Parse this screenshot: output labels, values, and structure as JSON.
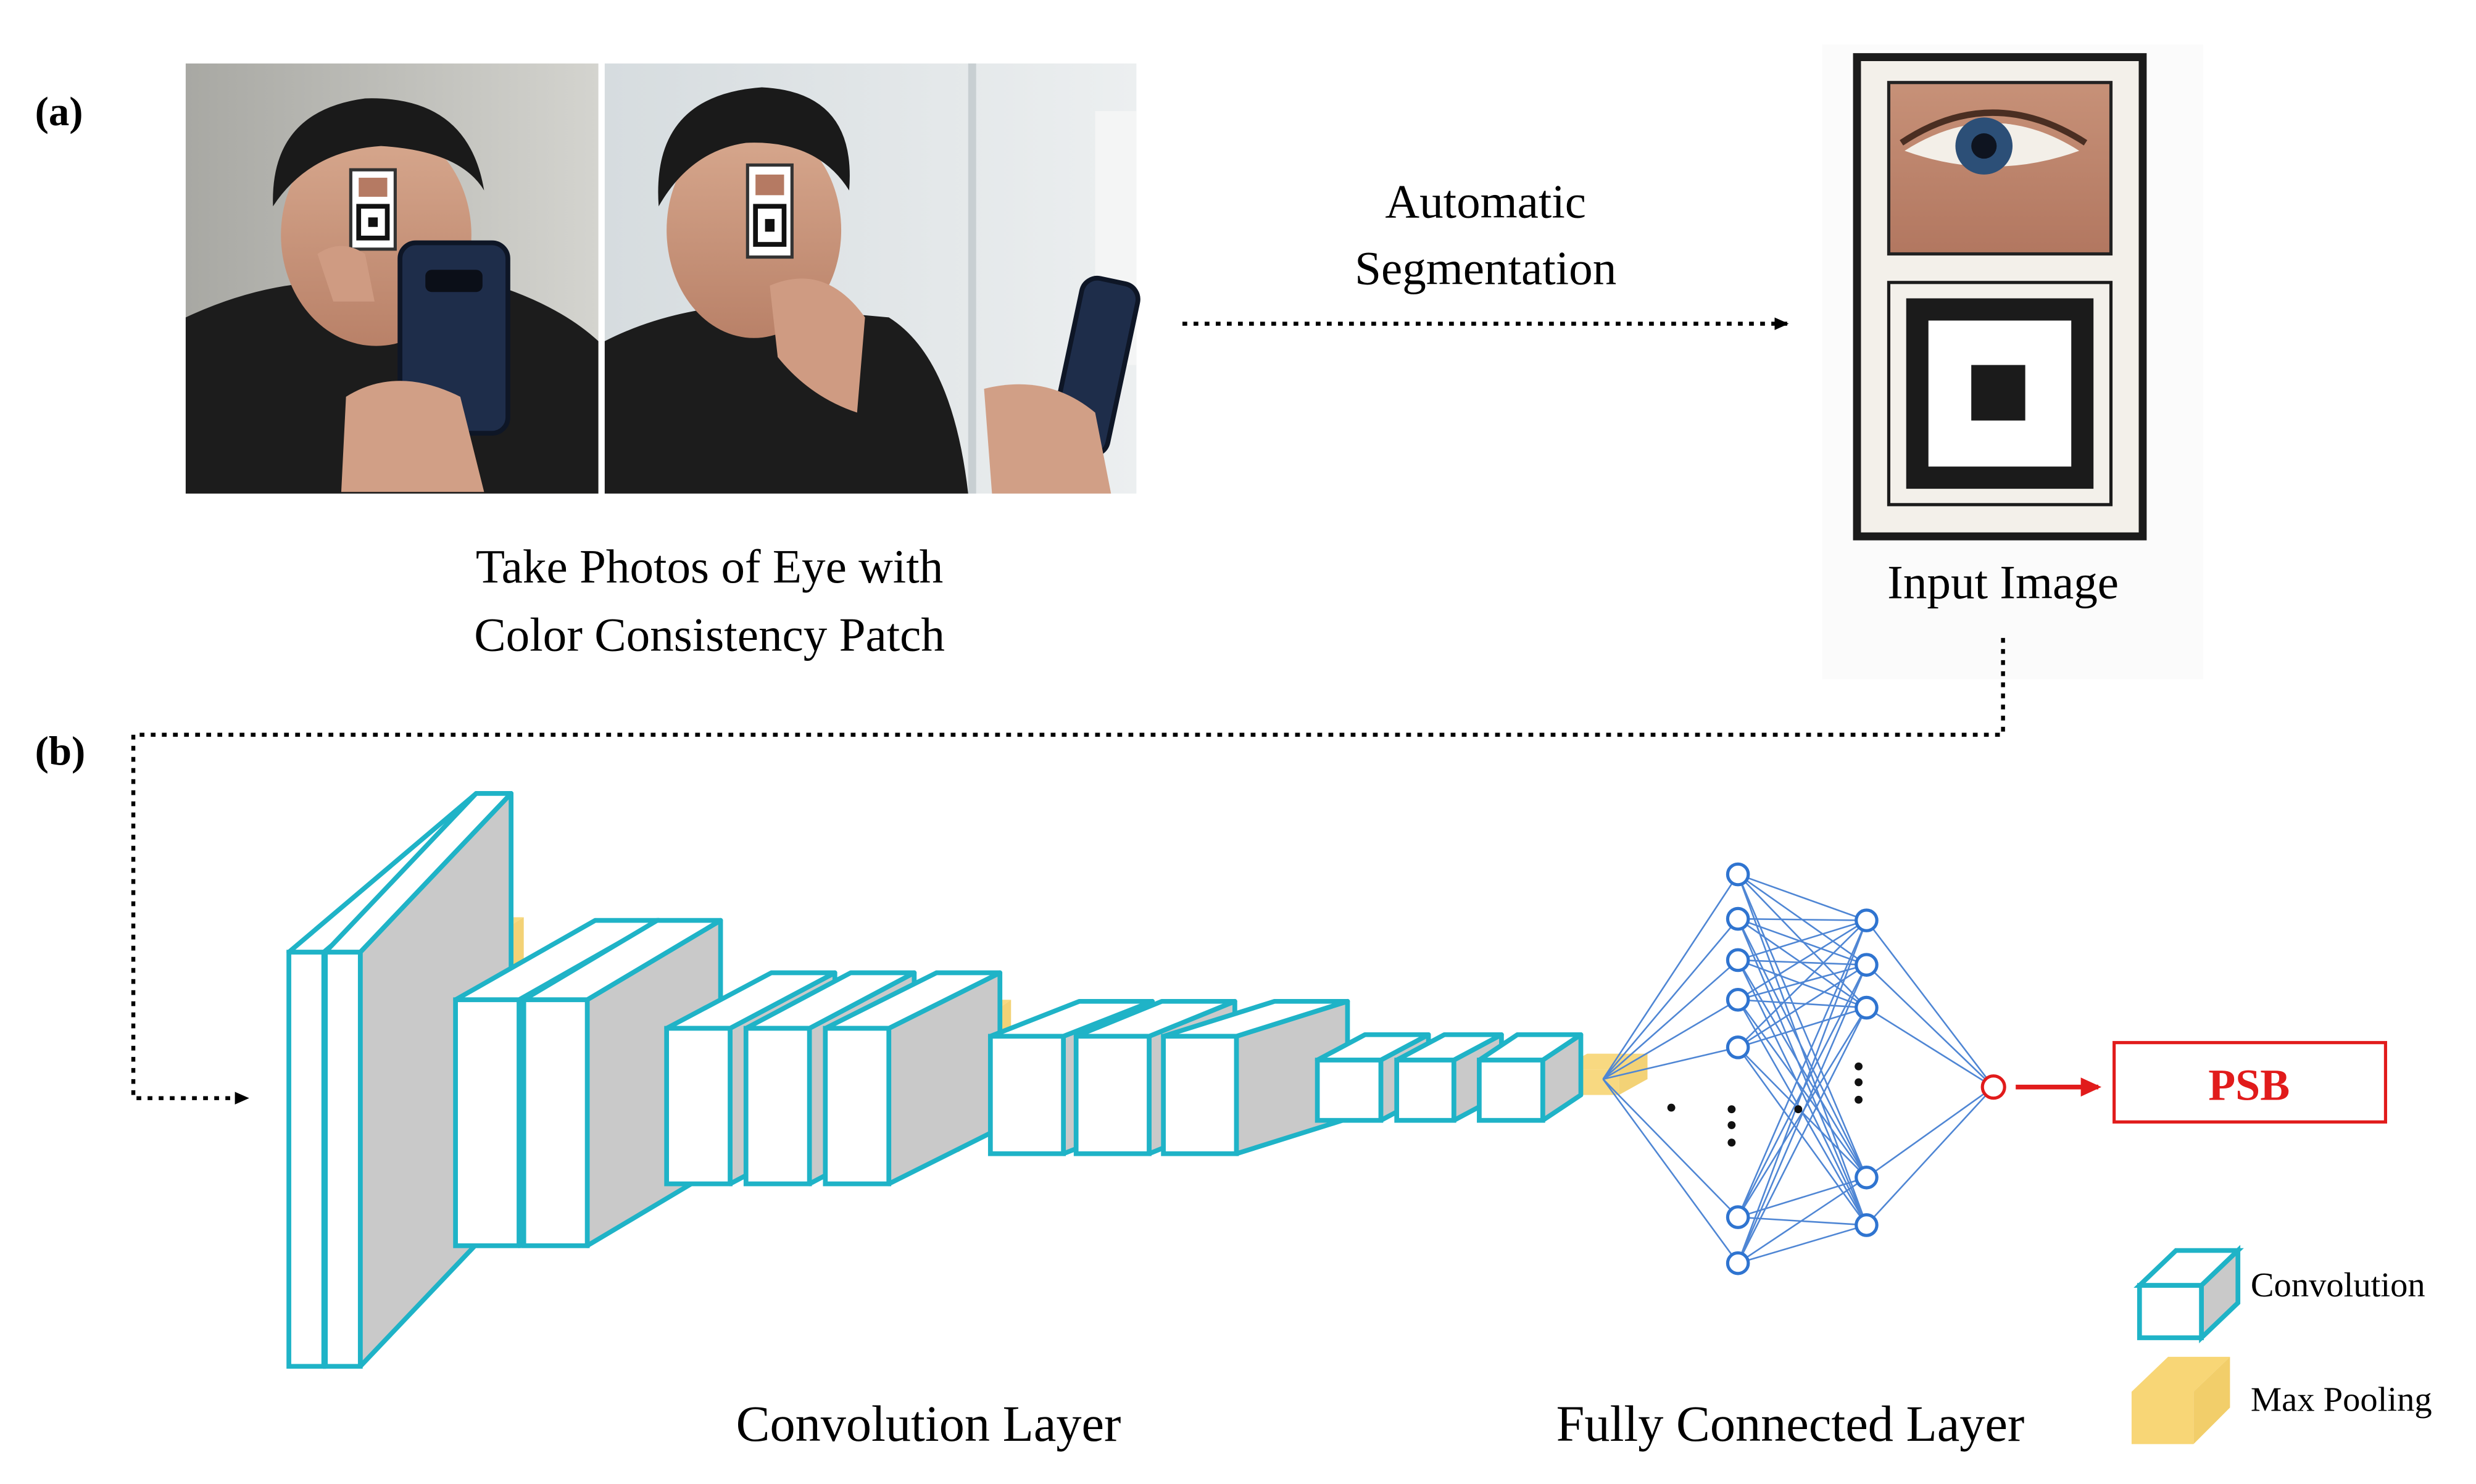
{
  "panel_a": {
    "label": "(a)",
    "photos_caption": [
      "Take Photos of Eye with",
      "Color Consistency Patch"
    ],
    "arrow_label": [
      "Automatic",
      "Segmentation"
    ],
    "input_caption": "Input Image"
  },
  "panel_b": {
    "label": "(b)",
    "conv_caption": "Convolution Layer",
    "fc_caption": "Fully Connected Layer",
    "output_label": "PSB"
  },
  "legend": {
    "convolution": "Convolution",
    "max_pooling": "Max Pooling"
  },
  "colors": {
    "conv_edge": "#1fb3c7",
    "conv_side": "#c9c9c9",
    "pool_fill": "#f7cf5e",
    "neuron": "#2f74d0",
    "edge_line": "#4f86d4",
    "output": "#e11b1b"
  },
  "icons": [
    "person-photo-icon",
    "phone-icon",
    "eye-crop-icon",
    "color-patch-icon"
  ]
}
